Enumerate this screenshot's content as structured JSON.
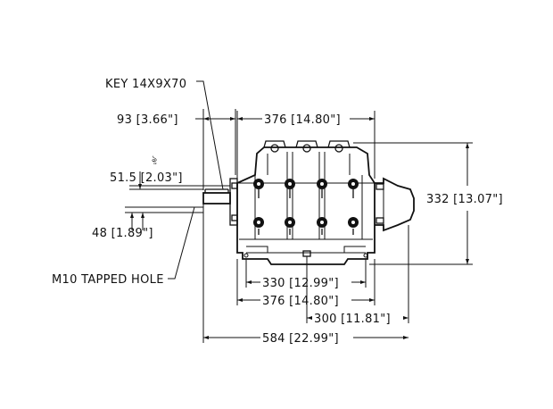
{
  "drawing": {
    "labels": {
      "key": "KEY 14X9X70",
      "dim_shaft_len": "93 [3.66\"]",
      "dim_shaft_height": "51.5 [2.03\"]",
      "dim_shaft_offset": "48 [1.89\"]",
      "tapped_hole": "M10 TAPPED HOLE",
      "dim_top_width": "376 [14.80\"]",
      "dim_height": "332 [13.07\"]",
      "dim_foot_inner": "330 [12.99\"]",
      "dim_foot_outer": "376 [14.80\"]",
      "dim_right_offset": "300 [11.81\"]",
      "dim_overall": "584 [22.99\"]",
      "small_mark": "ৡ"
    }
  }
}
